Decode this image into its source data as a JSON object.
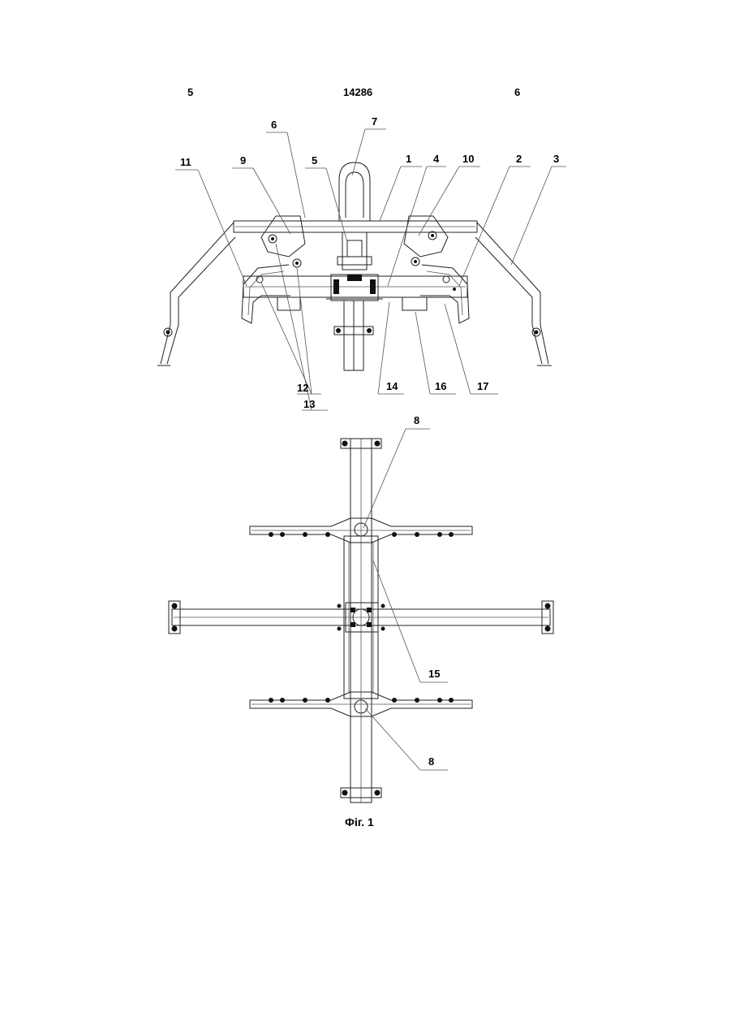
{
  "header": {
    "page_left": "5",
    "patent_number": "14286",
    "page_right": "6"
  },
  "labels": {
    "l1": "1",
    "l2": "2",
    "l3": "3",
    "l4": "4",
    "l5": "5",
    "l6": "6",
    "l7": "7",
    "l8a": "8",
    "l8b": "8",
    "l9": "9",
    "l10": "10",
    "l11": "11",
    "l12": "12",
    "l13": "13",
    "l14": "14",
    "l15": "15",
    "l16": "16",
    "l17": "17"
  },
  "caption": "Фіг. 1"
}
